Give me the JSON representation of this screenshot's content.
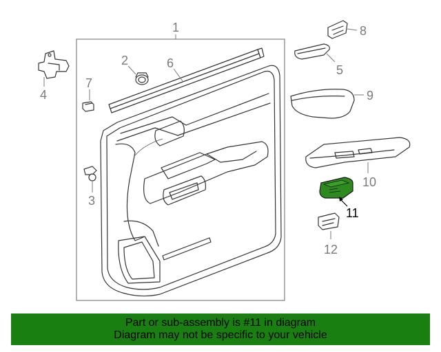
{
  "colors": {
    "banner_bg": "#1a7f11",
    "highlight_part": "#2e8a1e",
    "callout_text": "#7a7a7a",
    "line": "#333333"
  },
  "callouts": {
    "c1": "1",
    "c2": "2",
    "c3": "3",
    "c4": "4",
    "c5": "5",
    "c6": "6",
    "c7": "7",
    "c8": "8",
    "c9": "9",
    "c10": "10",
    "c11": "11",
    "c12": "12"
  },
  "footer": {
    "line1": "Part or sub-assembly is #11 in diagram",
    "line2": "Diagram may not be specific to your vehicle"
  }
}
